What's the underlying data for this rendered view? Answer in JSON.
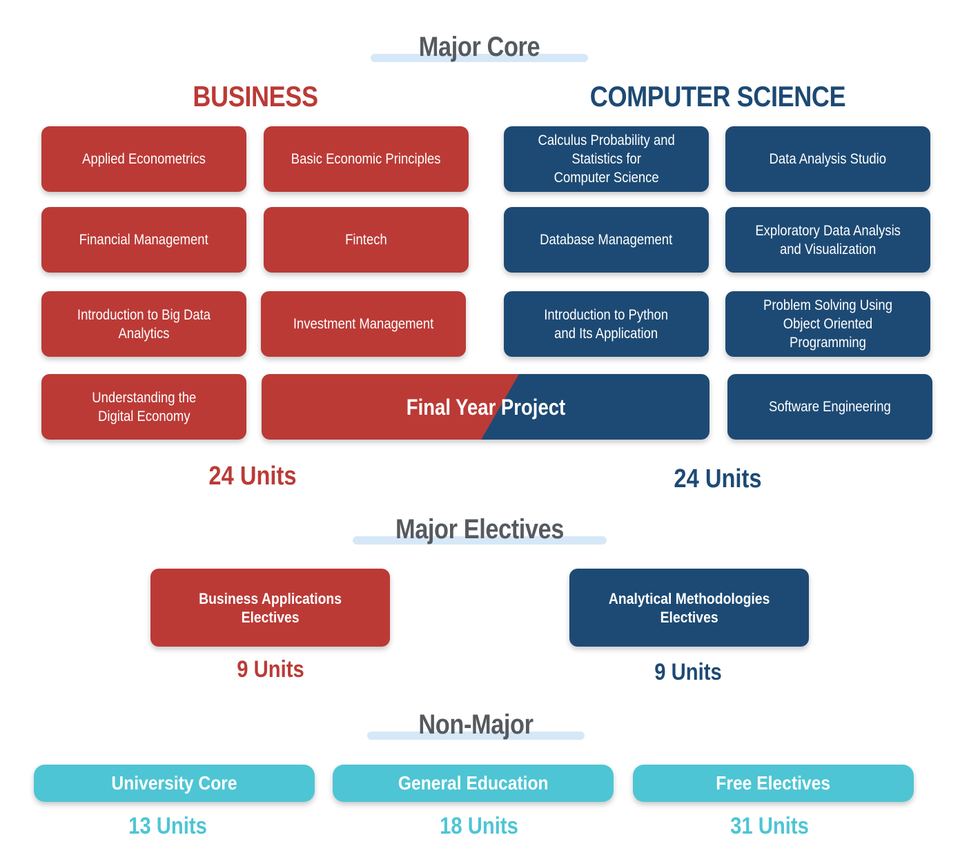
{
  "headings": {
    "major_core": "Major Core",
    "major_electives": "Major Electives",
    "non_major": "Non-Major"
  },
  "columns": {
    "business": "BUSINESS",
    "computer_science": "COMPUTER SCIENCE"
  },
  "business_courses": [
    "Applied Econometrics",
    "Basic Economic Principles",
    "Financial Management",
    "Fintech",
    "Introduction to Big Data Analytics",
    "Investment Management",
    "Understanding the\nDigital Economy"
  ],
  "cs_courses": [
    "Calculus Probability and\nStatistics for\nComputer Science",
    "Data Analysis Studio",
    "Database Management",
    "Exploratory Data Analysis\nand Visualization",
    "Introduction to Python\nand Its Application",
    "Problem Solving Using\nObject Oriented Programming",
    "Software Engineering"
  ],
  "shared_course": "Final Year Project",
  "core_units": {
    "business": "24 Units",
    "computer_science": "24 Units"
  },
  "electives": {
    "business": {
      "label": "Business Applications\nElectives",
      "units": "9 Units"
    },
    "computer_science": {
      "label": "Analytical Methodologies\nElectives",
      "units": "9 Units"
    }
  },
  "non_major": [
    {
      "label": "University Core",
      "units": "13 Units"
    },
    {
      "label": "General Education",
      "units": "18 Units"
    },
    {
      "label": "Free Electives",
      "units": "31 Units"
    }
  ],
  "colors": {
    "business": "#bb3a36",
    "computer_science": "#1d4a74",
    "non_major": "#4ec5d4",
    "heading": "#555a5f",
    "heading_bar": "#d6e8f7"
  }
}
